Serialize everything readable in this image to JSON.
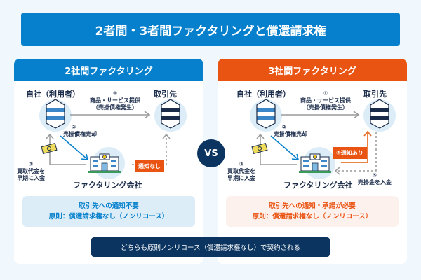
{
  "title": "2者間・3者間ファクタリングと償還請求権",
  "vs_label": "VS",
  "footer": "どちらも原則ノンリコース（償還請求権なし）で契約される",
  "colors": {
    "primary_blue": "#0680cc",
    "accent_orange": "#e95413",
    "navy": "#0b3560",
    "light_blue": "#dcedf8",
    "light_orange": "#fdf1ed",
    "background": "#f1f8fd"
  },
  "left": {
    "header": "2社間ファクタリング",
    "self_label": "自社（利用者）",
    "client_label": "取引先",
    "factor_label": "ファクタリング会社",
    "step1_num": "①",
    "step1_line1": "商品・サービス提供",
    "step1_line2": "（売掛債権発生）",
    "step2_num": "②",
    "step2_text": "売掛債権売却",
    "step3_num": "③",
    "step3_line1": "買取代金を",
    "step3_line2": "早期に入金",
    "notice_badge": "通知なし",
    "summary_line1": "取引先への通知不要",
    "summary_line2": "原則：償還請求権なし（ノンリコース）"
  },
  "right": {
    "header": "3社間ファクタリング",
    "self_label": "自社（利用者）",
    "client_label": "取引先",
    "factor_label": "ファクタリング会社",
    "step1_num": "①",
    "step1_line1": "商品・サービス提供",
    "step1_line2": "（売掛債権発生）",
    "step2_num": "②",
    "step2_text": "売掛債権売却",
    "step3_num": "③",
    "step3_line1": "買取代金を",
    "step3_line2": "早期に入金",
    "notice_badge": "④通知あり",
    "step5_num": "⑤",
    "step5_text": "売掛金を入金",
    "summary_line1": "取引先への通知・承諾が必要",
    "summary_line2": "原則：償還請求権なし（ノンリコース）"
  }
}
